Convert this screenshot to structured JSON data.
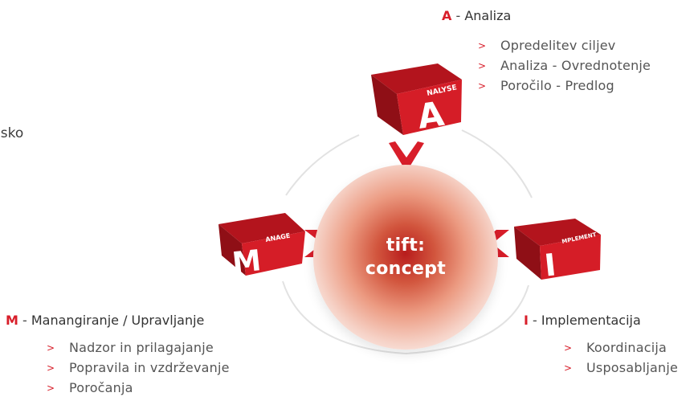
{
  "fragment_text": "jsko",
  "center": {
    "line1": "tift:",
    "line2": "concept"
  },
  "analyse": {
    "letter": "A",
    "separator": " - ",
    "title": "Analiza",
    "block_word": "NALYSE",
    "block_letter": "A",
    "items": [
      "Opredelitev ciljev",
      "Analiza - Ovrednotenje",
      "Poročilo - Predlog"
    ]
  },
  "manage": {
    "letter": "M",
    "separator": " - ",
    "title": "Manangiranje / Upravljanje",
    "block_word": "ANAGE",
    "block_letter": "M",
    "items": [
      "Nadzor in prilagajanje",
      "Popravila in vzdrževanje",
      "Poročanja"
    ]
  },
  "implement": {
    "letter": "I",
    "separator": " - ",
    "title": "Implementacija",
    "block_word": "MPLEMENT",
    "block_letter": "I",
    "items": [
      "Koordinacija",
      "Usposabljanje"
    ]
  },
  "bullet_glyph": ">",
  "colors": {
    "accent": "#d81e2a",
    "ring": "#e2e2e2",
    "block_front": "#d51d27",
    "block_top": "#b3141d"
  }
}
